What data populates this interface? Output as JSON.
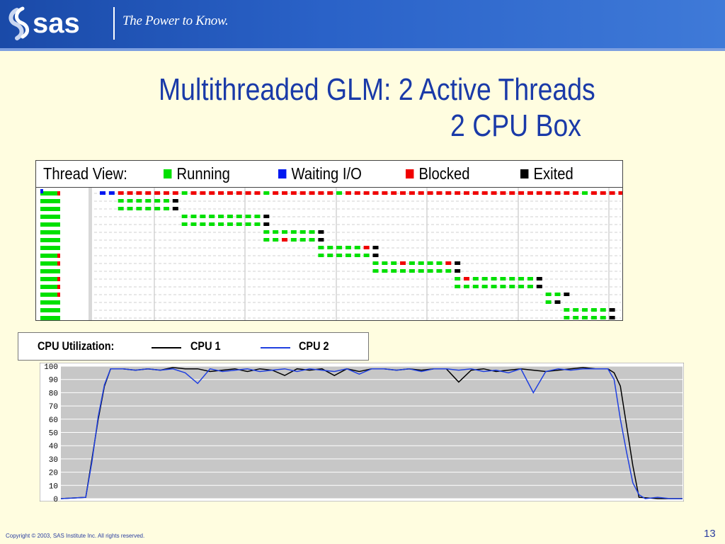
{
  "header": {
    "logo_text": "sas",
    "tagline": "The Power to Know."
  },
  "title": {
    "line1": "Multithreaded GLM: 2 Active Threads",
    "line2": "2 CPU Box"
  },
  "thread_view": {
    "label": "Thread View:",
    "legend": [
      {
        "label": "Running",
        "color": "#00e000"
      },
      {
        "label": "Waiting I/O",
        "color": "#0018f0"
      },
      {
        "label": "Blocked",
        "color": "#f00000"
      },
      {
        "label": "Exited",
        "color": "#000000"
      }
    ],
    "rows": [
      {
        "start": 0,
        "pattern": "WWBBBBBBBRBBBBBBBBRBBBBBBBRBBBBBBBBBBBBBBBBBBBBBBBBBBRBBBBBBBBRX"
      },
      {
        "start": 2,
        "pattern": "RRRRRRX"
      },
      {
        "start": 2,
        "pattern": "RRRRRRX"
      },
      {
        "start": 9,
        "pattern": "RRRRRRRRRX"
      },
      {
        "start": 9,
        "pattern": "RRRRRRRRRX"
      },
      {
        "start": 18,
        "pattern": "RRRRRRX"
      },
      {
        "start": 18,
        "pattern": "RRBRRRX"
      },
      {
        "start": 24,
        "pattern": "RRRRRBX"
      },
      {
        "start": 24,
        "pattern": "RRRRRRX"
      },
      {
        "start": 30,
        "pattern": "RRRBRRRRBX"
      },
      {
        "start": 30,
        "pattern": "RRRRRRRRRX"
      },
      {
        "start": 39,
        "pattern": "RBRRRRRRRX"
      },
      {
        "start": 39,
        "pattern": "RRRRRRRRRX"
      },
      {
        "start": 49,
        "pattern": "RRX"
      },
      {
        "start": 49,
        "pattern": "RX"
      },
      {
        "start": 51,
        "pattern": "RRRRRX"
      },
      {
        "start": 51,
        "pattern": "RRRRRX"
      }
    ],
    "sidebar_markers": [
      "B",
      "",
      "",
      "",
      "",
      "",
      "",
      "",
      "B",
      "B",
      "",
      "B",
      "B",
      "B",
      "",
      "",
      ""
    ]
  },
  "cpu_legend": {
    "label": "CPU Utilization:",
    "series1_label": "CPU 1",
    "series2_label": "CPU 2",
    "series1_color": "#000000",
    "series2_color": "#2040e0"
  },
  "chart_data": {
    "type": "line",
    "title": "",
    "xlabel": "",
    "ylabel": "",
    "ylim": [
      0,
      100
    ],
    "yticks": [
      0,
      10,
      20,
      30,
      40,
      50,
      60,
      70,
      80,
      90,
      100
    ],
    "xlim": [
      0,
      100
    ],
    "grid": true,
    "series": [
      {
        "name": "CPU 1",
        "color": "#000000",
        "x": [
          0,
          4,
          5,
          6,
          7,
          8,
          10,
          12,
          14,
          16,
          18,
          20,
          22,
          24,
          26,
          28,
          30,
          32,
          34,
          36,
          38,
          40,
          42,
          44,
          46,
          48,
          50,
          52,
          54,
          56,
          58,
          60,
          62,
          64,
          66,
          68,
          70,
          72,
          74,
          76,
          78,
          80,
          82,
          84,
          86,
          88,
          89,
          90,
          91,
          92,
          93,
          96,
          100
        ],
        "y": [
          0,
          1,
          30,
          60,
          85,
          98,
          98,
          97,
          98,
          97,
          99,
          98,
          98,
          96,
          97,
          98,
          96,
          98,
          97,
          93,
          98,
          97,
          98,
          93,
          98,
          96,
          98,
          98,
          97,
          98,
          97,
          98,
          98,
          88,
          97,
          98,
          96,
          97,
          98,
          97,
          96,
          97,
          98,
          99,
          98,
          98,
          95,
          85,
          55,
          25,
          1,
          0,
          0
        ]
      },
      {
        "name": "CPU 2",
        "color": "#2040e0",
        "x": [
          0,
          4,
          5,
          6,
          7,
          8,
          10,
          12,
          14,
          16,
          18,
          20,
          22,
          24,
          26,
          28,
          30,
          32,
          34,
          36,
          38,
          40,
          42,
          44,
          46,
          48,
          50,
          52,
          54,
          56,
          58,
          60,
          62,
          64,
          66,
          68,
          70,
          72,
          74,
          76,
          78,
          80,
          82,
          84,
          86,
          88,
          89,
          90,
          91,
          92,
          93,
          94,
          96,
          98,
          100
        ],
        "y": [
          0,
          1,
          28,
          62,
          86,
          98,
          98,
          97,
          98,
          97,
          98,
          95,
          87,
          98,
          96,
          97,
          98,
          96,
          97,
          98,
          96,
          98,
          97,
          96,
          98,
          94,
          98,
          98,
          97,
          98,
          96,
          98,
          98,
          97,
          98,
          96,
          97,
          95,
          98,
          80,
          96,
          98,
          97,
          98,
          98,
          98,
          90,
          60,
          35,
          12,
          3,
          0,
          1,
          0,
          0
        ]
      }
    ]
  },
  "footer": {
    "copyright": "Copyright © 2003, SAS Institute Inc. All rights reserved.",
    "page_number": "13"
  }
}
